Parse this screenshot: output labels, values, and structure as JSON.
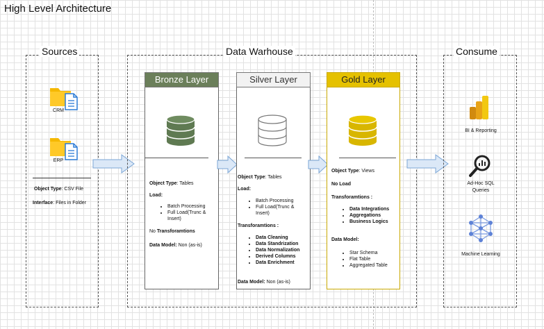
{
  "title": "High Level Architecture",
  "sources": {
    "heading": "Sources",
    "items": [
      {
        "label": "CRM"
      },
      {
        "label": "ERP"
      }
    ],
    "object_type_label": "Object Type",
    "object_type_value": ": CSV File",
    "interface_label": "Interface",
    "interface_value": ": Files in Folder"
  },
  "warehouse": {
    "heading": "Data Warhouse"
  },
  "bronze": {
    "header": "Bronze Layer",
    "color": "#6b7f5a",
    "object_type_label": "Object Type",
    "object_type_value": ": Tables",
    "load_label": "Load",
    "load_colon": ":",
    "load_items": [
      "Batch Processing",
      "Full Load(Trunc &",
      "Insert)"
    ],
    "no_transform_prefix": "No ",
    "no_transform_label": "Transforamtions",
    "data_model_label": "Data Model:",
    "data_model_value": " Non (as-is)"
  },
  "silver": {
    "header": "Silver Layer",
    "object_type_label": "Object Type",
    "object_type_value": ": Tables",
    "load_label": "Load",
    "load_colon": ":",
    "load_items": [
      "Batch Processing",
      "Full Load(Trunc &",
      "Insert)"
    ],
    "transform_label": "Transforamtions :",
    "transform_items": [
      "Data Cleaning",
      "Data Standrization",
      "Data Normalization",
      "Derived Columns",
      "Data Enrichment"
    ],
    "data_model_label": "Data Model:",
    "data_model_value": " Non (as-is)"
  },
  "gold": {
    "header": "Gold Layer",
    "color": "#e5c100",
    "object_type_label": "Object Type",
    "object_type_value": ": Views",
    "no_load": "No Load",
    "transform_label": "Transforamtions :",
    "transform_items": [
      "Data Integrations",
      "Aggregations",
      "Business Logics"
    ],
    "data_model_label": "Data Model:",
    "data_model_items": [
      "Star Schema",
      "Flat Table",
      "Aggregated Table"
    ]
  },
  "consume": {
    "heading": "Consume",
    "items": [
      {
        "label": "BI & Reporting",
        "icon": "powerbi-icon"
      },
      {
        "label": "Ad-Hoc SQL",
        "label2": "Queries",
        "icon": "search-chart-icon"
      },
      {
        "label": "Machine Learning",
        "icon": "neural-network-icon"
      }
    ]
  }
}
